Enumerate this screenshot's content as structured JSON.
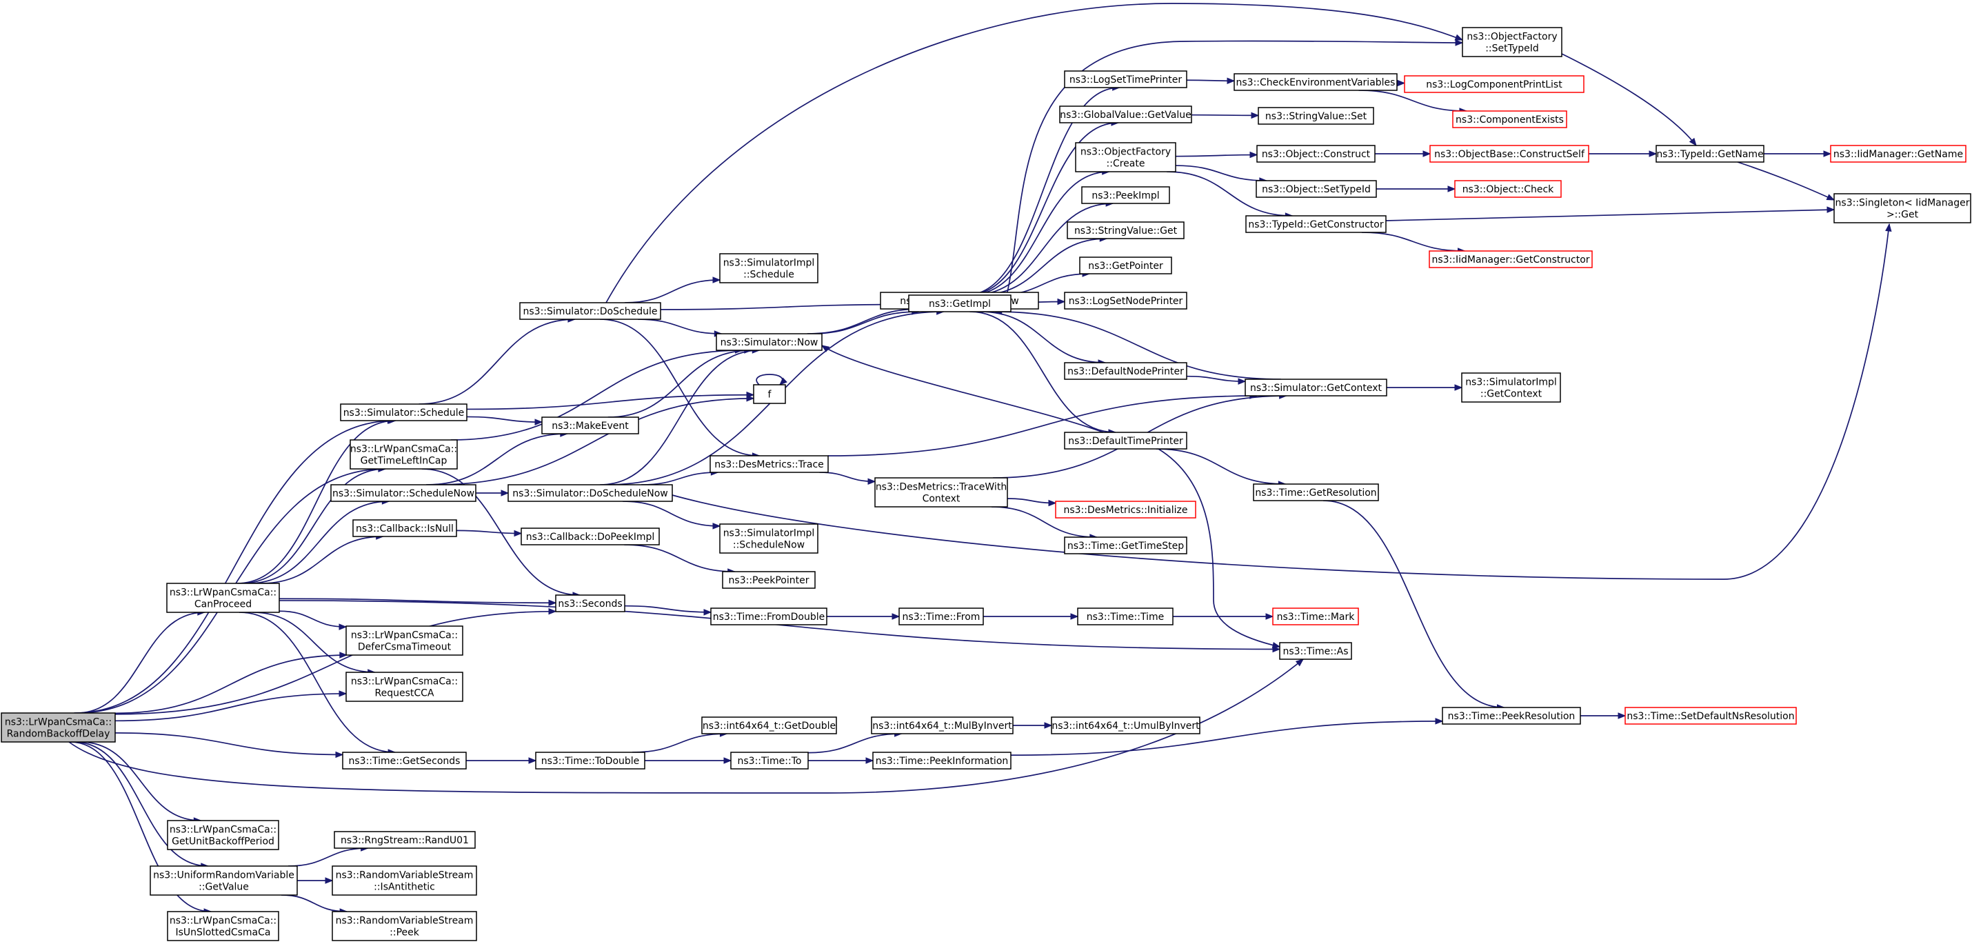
{
  "colors": {
    "edge": "#191970",
    "node_border": "#000000",
    "node_border_incomplete": "#ff0000",
    "root_fill": "#bfbfbf"
  },
  "nodes": {
    "root": {
      "lines": [
        "ns3::LrWpanCsmaCa::",
        "RandomBackoffDelay"
      ],
      "style": "root"
    },
    "sim_schedule": {
      "lines": [
        "ns3::Simulator::Schedule"
      ]
    },
    "get_time_left": {
      "lines": [
        "ns3::LrWpanCsmaCa::",
        "GetTimeLeftInCap"
      ]
    },
    "sim_schedule_now": {
      "lines": [
        "ns3::Simulator::ScheduleNow"
      ]
    },
    "cb_isnull": {
      "lines": [
        "ns3::Callback::IsNull"
      ]
    },
    "can_proceed": {
      "lines": [
        "ns3::LrWpanCsmaCa::",
        "CanProceed"
      ]
    },
    "defer_csma": {
      "lines": [
        "ns3::LrWpanCsmaCa::",
        "DeferCsmaTimeout"
      ]
    },
    "request_cca": {
      "lines": [
        "ns3::LrWpanCsmaCa::",
        "RequestCCA"
      ]
    },
    "time_get_seconds": {
      "lines": [
        "ns3::Time::GetSeconds"
      ]
    },
    "get_unit_backoff": {
      "lines": [
        "ns3::LrWpanCsmaCa::",
        "GetUnitBackoffPeriod"
      ]
    },
    "uniform_get_value": {
      "lines": [
        "ns3::UniformRandomVariable",
        "::GetValue"
      ]
    },
    "is_unslotted": {
      "lines": [
        "ns3::LrWpanCsmaCa::",
        "IsUnSlottedCsmaCa"
      ]
    },
    "sim_do_schedule": {
      "lines": [
        "ns3::Simulator::DoSchedule"
      ]
    },
    "make_event": {
      "lines": [
        "ns3::MakeEvent"
      ]
    },
    "sim_do_schedule_now": {
      "lines": [
        "ns3::Simulator::DoScheduleNow"
      ]
    },
    "cb_do_peek": {
      "lines": [
        "ns3::Callback::DoPeekImpl"
      ]
    },
    "seconds": {
      "lines": [
        "ns3::Seconds"
      ]
    },
    "time_to_double": {
      "lines": [
        "ns3::Time::ToDouble"
      ]
    },
    "rng_randu01": {
      "lines": [
        "ns3::RngStream::RandU01"
      ]
    },
    "rvs_is_antithetic": {
      "lines": [
        "ns3::RandomVariableStream",
        "::IsAntithetic"
      ]
    },
    "rvs_peek": {
      "lines": [
        "ns3::RandomVariableStream",
        "::Peek"
      ]
    },
    "simimpl_schedule": {
      "lines": [
        "ns3::SimulatorImpl",
        "::Schedule"
      ]
    },
    "sim_now": {
      "lines": [
        "ns3::Simulator::Now"
      ]
    },
    "f_node": {
      "lines": [
        "f"
      ]
    },
    "desmetrics_trace": {
      "lines": [
        "ns3::DesMetrics::Trace"
      ]
    },
    "simimpl_schedule_now": {
      "lines": [
        "ns3::SimulatorImpl",
        "::ScheduleNow"
      ]
    },
    "peek_pointer": {
      "lines": [
        "ns3::PeekPointer"
      ]
    },
    "time_from_double": {
      "lines": [
        "ns3::Time::FromDouble"
      ]
    },
    "i64_get_double": {
      "lines": [
        "ns3::int64x64_t::GetDouble"
      ]
    },
    "time_to": {
      "lines": [
        "ns3::Time::To"
      ]
    },
    "simimpl_now": {
      "lines": [
        "ns3::SimulatorImpl::Now"
      ]
    },
    "get_impl": {
      "lines": [
        "ns3::GetImpl"
      ]
    },
    "desmetrics_trace_ctx": {
      "lines": [
        "ns3::DesMetrics::TraceWith",
        "Context"
      ]
    },
    "time_from": {
      "lines": [
        "ns3::Time::From"
      ]
    },
    "i64_mul_by_invert": {
      "lines": [
        "ns3::int64x64_t::MulByInvert"
      ]
    },
    "time_peek_info": {
      "lines": [
        "ns3::Time::PeekInformation"
      ]
    },
    "log_set_time_printer": {
      "lines": [
        "ns3::LogSetTimePrinter"
      ]
    },
    "globalvalue_get": {
      "lines": [
        "ns3::GlobalValue::GetValue"
      ]
    },
    "objfactory_create": {
      "lines": [
        "ns3::ObjectFactory",
        "::Create"
      ]
    },
    "peek_impl": {
      "lines": [
        "ns3::PeekImpl"
      ]
    },
    "stringvalue_get": {
      "lines": [
        "ns3::StringValue::Get"
      ]
    },
    "get_pointer": {
      "lines": [
        "ns3::GetPointer"
      ]
    },
    "log_set_node_printer": {
      "lines": [
        "ns3::LogSetNodePrinter"
      ]
    },
    "default_node_printer": {
      "lines": [
        "ns3::DefaultNodePrinter"
      ]
    },
    "default_time_printer": {
      "lines": [
        "ns3::DefaultTimePrinter"
      ]
    },
    "desmetrics_init": {
      "lines": [
        "ns3::DesMetrics::Initialize"
      ],
      "style": "red"
    },
    "time_get_timestep": {
      "lines": [
        "ns3::Time::GetTimeStep"
      ]
    },
    "time_time": {
      "lines": [
        "ns3::Time::Time"
      ]
    },
    "i64_umul_by_invert": {
      "lines": [
        "ns3::int64x64_t::UmulByInvert"
      ]
    },
    "check_env": {
      "lines": [
        "ns3::CheckEnvironmentVariables"
      ]
    },
    "stringvalue_set": {
      "lines": [
        "ns3::StringValue::Set"
      ]
    },
    "object_construct": {
      "lines": [
        "ns3::Object::Construct"
      ]
    },
    "object_set_typeid": {
      "lines": [
        "ns3::Object::SetTypeId"
      ]
    },
    "typeid_get_ctor": {
      "lines": [
        "ns3::TypeId::GetConstructor"
      ]
    },
    "sim_get_context": {
      "lines": [
        "ns3::Simulator::GetContext"
      ]
    },
    "time_get_resolution": {
      "lines": [
        "ns3::Time::GetResolution"
      ]
    },
    "time_mark": {
      "lines": [
        "ns3::Time::Mark"
      ],
      "style": "red"
    },
    "time_as": {
      "lines": [
        "ns3::Time::As"
      ]
    },
    "time_peek_resolution": {
      "lines": [
        "ns3::Time::PeekResolution"
      ]
    },
    "objfactory_set_typeid": {
      "lines": [
        "ns3::ObjectFactory",
        "::SetTypeId"
      ]
    },
    "log_component_printlist": {
      "lines": [
        "ns3::LogComponentPrintList"
      ],
      "style": "red"
    },
    "component_exists": {
      "lines": [
        "ns3::ComponentExists"
      ],
      "style": "red"
    },
    "objbase_construct_self": {
      "lines": [
        "ns3::ObjectBase::ConstructSelf"
      ],
      "style": "red"
    },
    "object_check": {
      "lines": [
        "ns3::Object::Check"
      ],
      "style": "red"
    },
    "iidmanager_get_ctor": {
      "lines": [
        "ns3::IidManager::GetConstructor"
      ],
      "style": "red"
    },
    "simimpl_get_context": {
      "lines": [
        "ns3::SimulatorImpl",
        "::GetContext"
      ]
    },
    "time_set_default_ns": {
      "lines": [
        "ns3::Time::SetDefaultNsResolution"
      ],
      "style": "red"
    },
    "typeid_get_name": {
      "lines": [
        "ns3::TypeId::GetName"
      ]
    },
    "iidmanager_get_name": {
      "lines": [
        "ns3::IidManager::GetName"
      ],
      "style": "red"
    },
    "singleton_get": {
      "lines": [
        "ns3::Singleton< IidManager",
        " >::Get"
      ]
    }
  },
  "edges": [
    [
      "root",
      "sim_schedule"
    ],
    [
      "root",
      "get_time_left"
    ],
    [
      "root",
      "can_proceed"
    ],
    [
      "root",
      "defer_csma"
    ],
    [
      "root",
      "request_cca"
    ],
    [
      "root",
      "seconds"
    ],
    [
      "root",
      "time_get_seconds"
    ],
    [
      "root",
      "time_as"
    ],
    [
      "root",
      "get_unit_backoff"
    ],
    [
      "root",
      "uniform_get_value"
    ],
    [
      "root",
      "is_unslotted"
    ],
    [
      "sim_schedule",
      "sim_do_schedule"
    ],
    [
      "sim_schedule",
      "make_event"
    ],
    [
      "sim_schedule",
      "f_node"
    ],
    [
      "get_time_left",
      "sim_now"
    ],
    [
      "get_time_left",
      "seconds"
    ],
    [
      "sim_schedule_now",
      "sim_do_schedule_now"
    ],
    [
      "sim_schedule_now",
      "make_event"
    ],
    [
      "sim_schedule_now",
      "f_node"
    ],
    [
      "cb_isnull",
      "cb_do_peek"
    ],
    [
      "can_proceed",
      "sim_schedule"
    ],
    [
      "can_proceed",
      "get_time_left"
    ],
    [
      "can_proceed",
      "sim_schedule_now"
    ],
    [
      "can_proceed",
      "cb_isnull"
    ],
    [
      "can_proceed",
      "seconds"
    ],
    [
      "can_proceed",
      "defer_csma"
    ],
    [
      "can_proceed",
      "request_cca"
    ],
    [
      "can_proceed",
      "time_get_seconds"
    ],
    [
      "can_proceed",
      "time_as"
    ],
    [
      "time_get_seconds",
      "time_to_double"
    ],
    [
      "uniform_get_value",
      "rng_randu01"
    ],
    [
      "uniform_get_value",
      "rvs_is_antithetic"
    ],
    [
      "uniform_get_value",
      "rvs_peek"
    ],
    [
      "sim_do_schedule",
      "simimpl_schedule"
    ],
    [
      "sim_do_schedule",
      "get_impl"
    ],
    [
      "sim_do_schedule",
      "sim_now"
    ],
    [
      "sim_do_schedule",
      "desmetrics_trace"
    ],
    [
      "sim_do_schedule",
      "objfactory_set_typeid"
    ],
    [
      "make_event",
      "sim_now"
    ],
    [
      "sim_do_schedule_now",
      "sim_now"
    ],
    [
      "sim_do_schedule_now",
      "get_impl"
    ],
    [
      "sim_do_schedule_now",
      "desmetrics_trace"
    ],
    [
      "sim_do_schedule_now",
      "simimpl_schedule_now"
    ],
    [
      "sim_do_schedule_now",
      "singleton_get"
    ],
    [
      "cb_do_peek",
      "peek_pointer"
    ],
    [
      "seconds",
      "time_from_double"
    ],
    [
      "time_to_double",
      "i64_get_double"
    ],
    [
      "time_to_double",
      "time_to"
    ],
    [
      "sim_now",
      "simimpl_now"
    ],
    [
      "sim_now",
      "get_impl"
    ],
    [
      "f_node",
      "f_node"
    ],
    [
      "desmetrics_trace",
      "sim_get_context"
    ],
    [
      "desmetrics_trace",
      "desmetrics_trace_ctx"
    ],
    [
      "time_from_double",
      "time_from"
    ],
    [
      "time_to",
      "i64_mul_by_invert"
    ],
    [
      "time_to",
      "time_peek_info"
    ],
    [
      "simimpl_now",
      "get_impl"
    ],
    [
      "get_impl",
      "log_set_time_printer"
    ],
    [
      "get_impl",
      "globalvalue_get"
    ],
    [
      "get_impl",
      "objfactory_create"
    ],
    [
      "get_impl",
      "peek_impl"
    ],
    [
      "get_impl",
      "stringvalue_get"
    ],
    [
      "get_impl",
      "get_pointer"
    ],
    [
      "get_impl",
      "log_set_node_printer"
    ],
    [
      "get_impl",
      "default_node_printer"
    ],
    [
      "get_impl",
      "default_time_printer"
    ],
    [
      "get_impl",
      "objfactory_set_typeid"
    ],
    [
      "desmetrics_trace_ctx",
      "sim_get_context"
    ],
    [
      "desmetrics_trace_ctx",
      "desmetrics_init"
    ],
    [
      "desmetrics_trace_ctx",
      "time_get_timestep"
    ],
    [
      "time_from",
      "time_time"
    ],
    [
      "i64_mul_by_invert",
      "i64_umul_by_invert"
    ],
    [
      "time_peek_info",
      "time_peek_resolution"
    ],
    [
      "log_set_time_printer",
      "check_env"
    ],
    [
      "globalvalue_get",
      "stringvalue_set"
    ],
    [
      "objfactory_create",
      "object_construct"
    ],
    [
      "objfactory_create",
      "object_set_typeid"
    ],
    [
      "objfactory_create",
      "typeid_get_ctor"
    ],
    [
      "default_node_printer",
      "sim_get_context"
    ],
    [
      "default_time_printer",
      "sim_now"
    ],
    [
      "default_time_printer",
      "time_get_resolution"
    ],
    [
      "default_time_printer",
      "time_as"
    ],
    [
      "time_time",
      "time_mark"
    ],
    [
      "check_env",
      "log_component_printlist"
    ],
    [
      "check_env",
      "component_exists"
    ],
    [
      "object_construct",
      "objbase_construct_self"
    ],
    [
      "object_set_typeid",
      "object_check"
    ],
    [
      "typeid_get_ctor",
      "iidmanager_get_ctor"
    ],
    [
      "typeid_get_ctor",
      "singleton_get"
    ],
    [
      "sim_get_context",
      "get_impl"
    ],
    [
      "sim_get_context",
      "simimpl_get_context"
    ],
    [
      "time_get_resolution",
      "time_peek_resolution"
    ],
    [
      "time_peek_resolution",
      "time_set_default_ns"
    ],
    [
      "objfactory_set_typeid",
      "typeid_get_name"
    ],
    [
      "objbase_construct_self",
      "typeid_get_name"
    ],
    [
      "typeid_get_name",
      "iidmanager_get_name"
    ],
    [
      "typeid_get_name",
      "singleton_get"
    ]
  ]
}
